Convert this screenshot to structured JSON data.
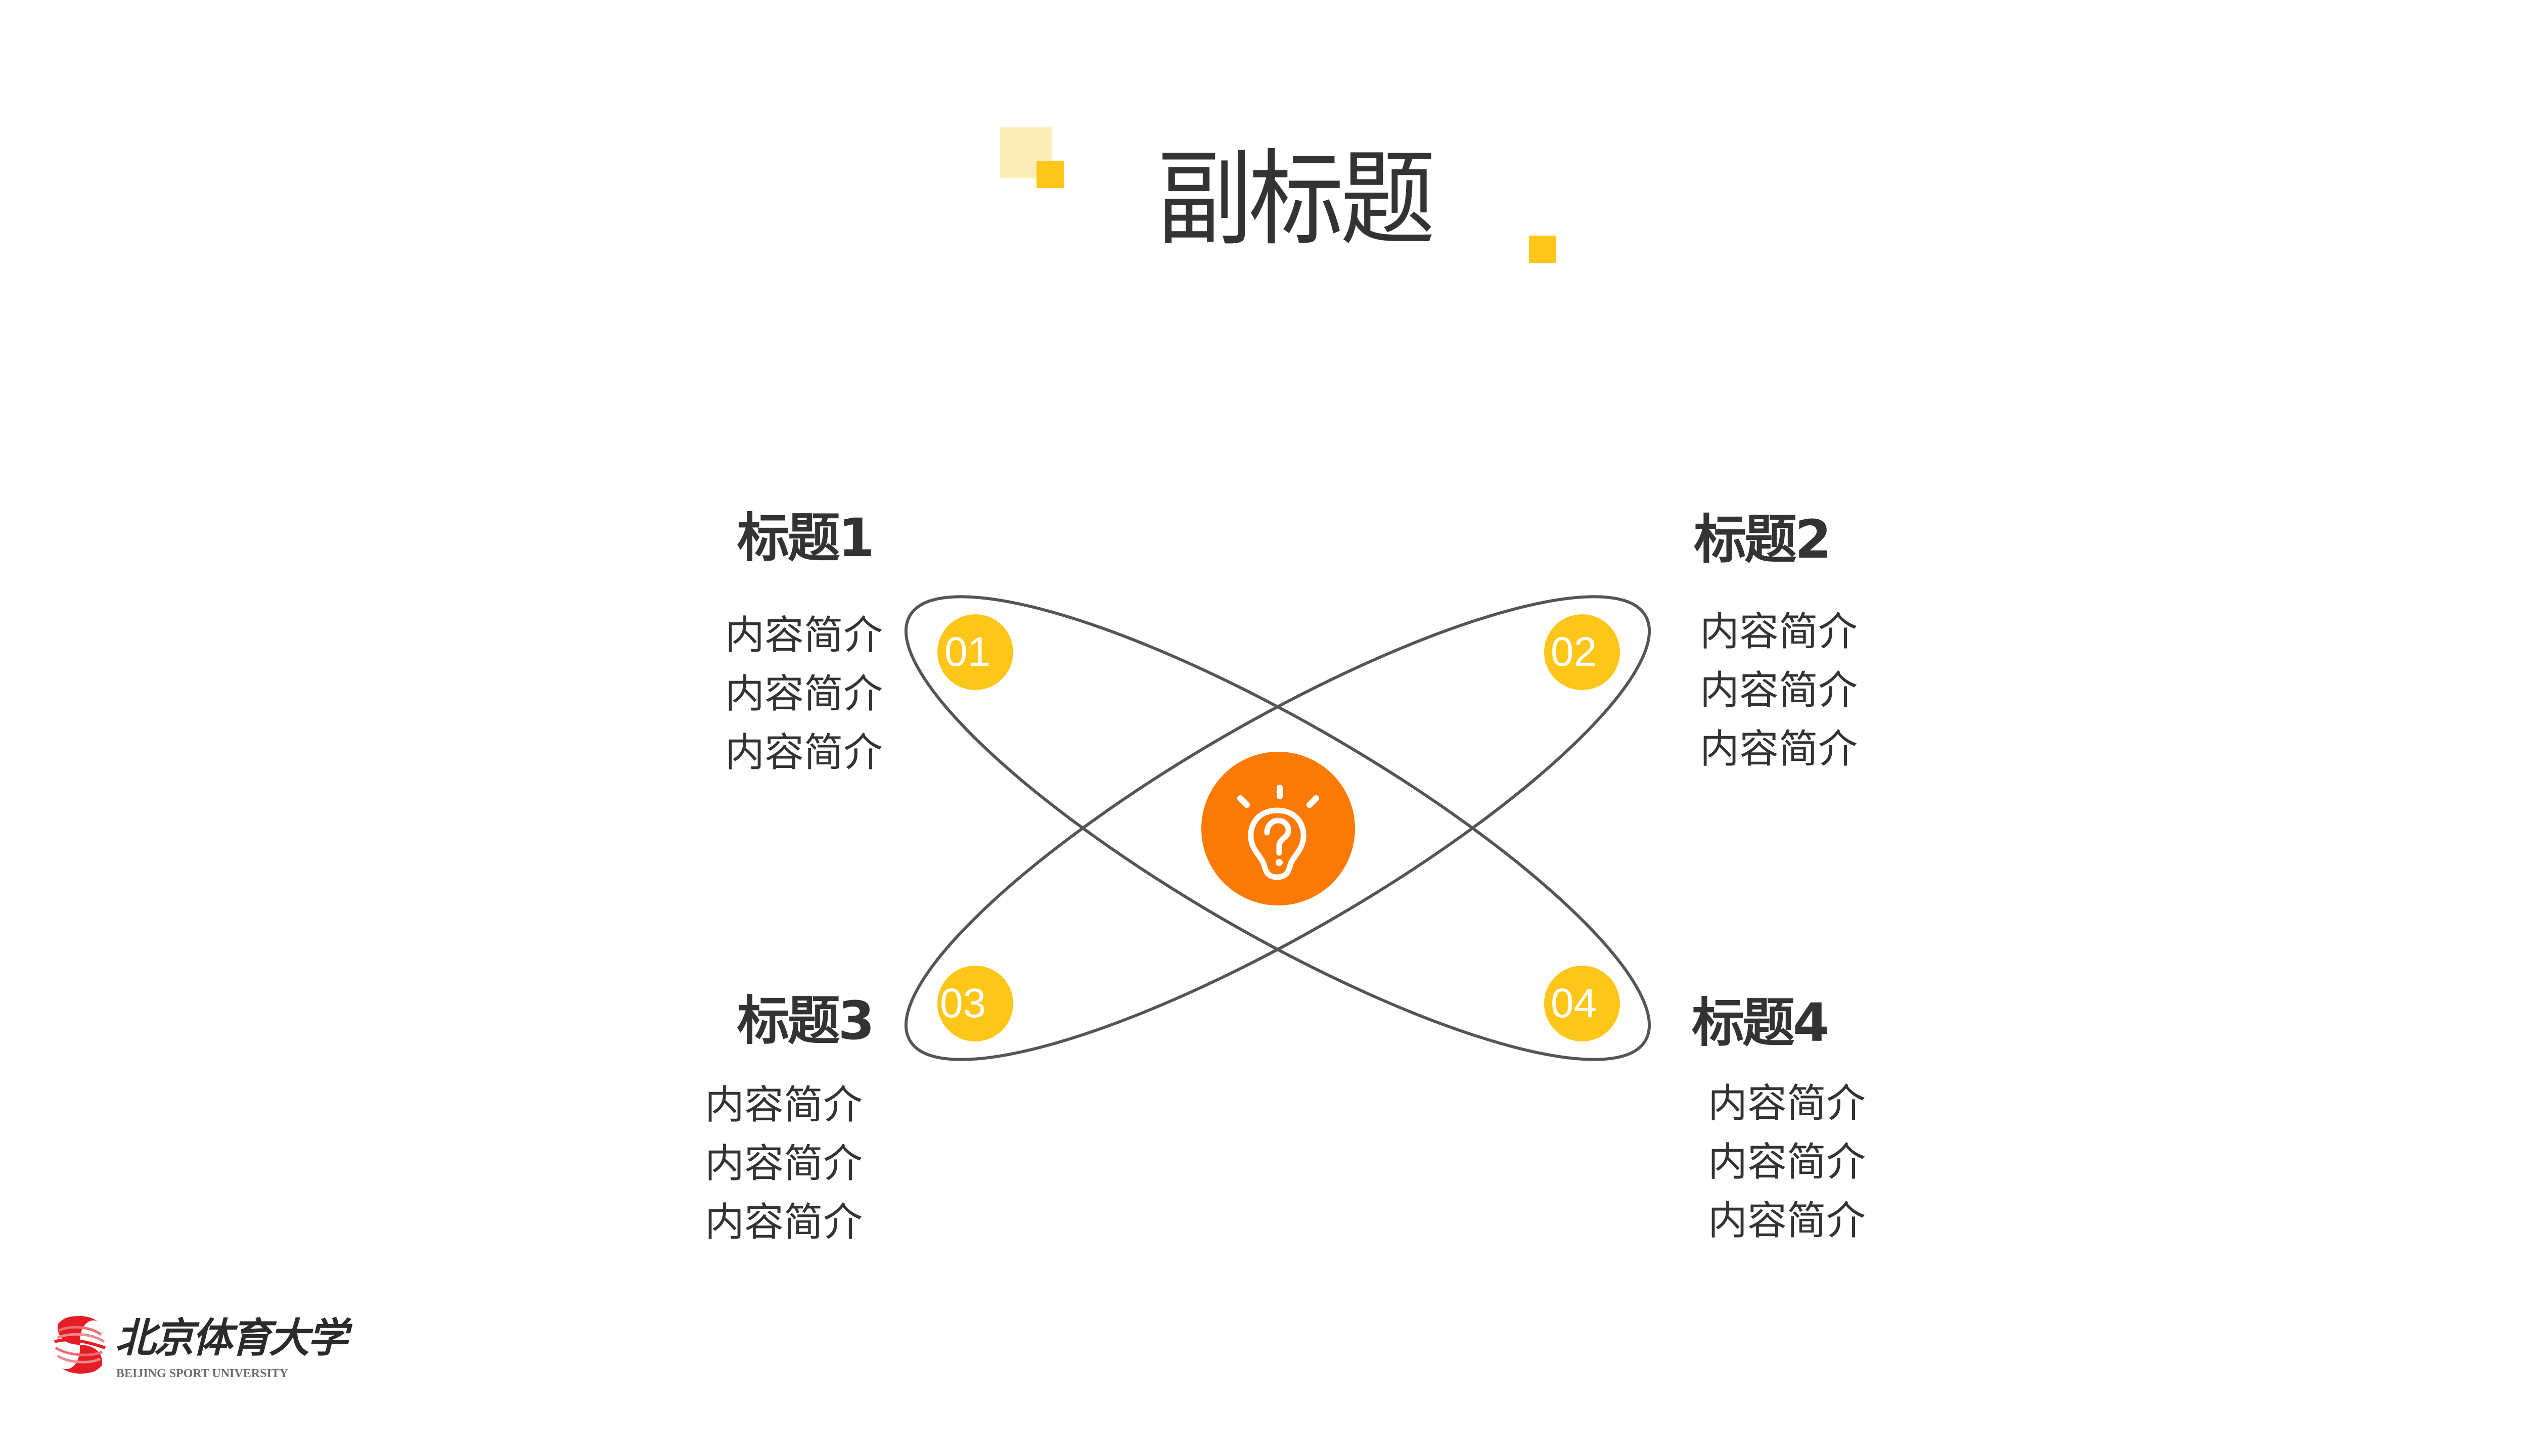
{
  "slide": {
    "title": "副标题",
    "colors": {
      "accent_gold": "#FDC619",
      "accent_light": "#FFEDBA",
      "center_orange": "#FA7A05",
      "text": "#333333",
      "orbit_stroke": "#555555"
    }
  },
  "diagram": {
    "center_icon": "lightbulb-question-icon",
    "items": [
      {
        "number": "01",
        "heading": "标题1",
        "lines": [
          "内容简介",
          "内容简介",
          "内容简介"
        ]
      },
      {
        "number": "02",
        "heading": "标题2",
        "lines": [
          "内容简介",
          "内容简介",
          "内容简介"
        ]
      },
      {
        "number": "03",
        "heading": "标题3",
        "lines": [
          "内容简介",
          "内容简介",
          "内容简介"
        ]
      },
      {
        "number": "04",
        "heading": "标题4",
        "lines": [
          "内容简介",
          "内容简介",
          "内容简介"
        ]
      }
    ]
  },
  "logo": {
    "name_cn": "北京体育大学",
    "name_en": "BEIJING SPORT UNIVERSITY"
  }
}
